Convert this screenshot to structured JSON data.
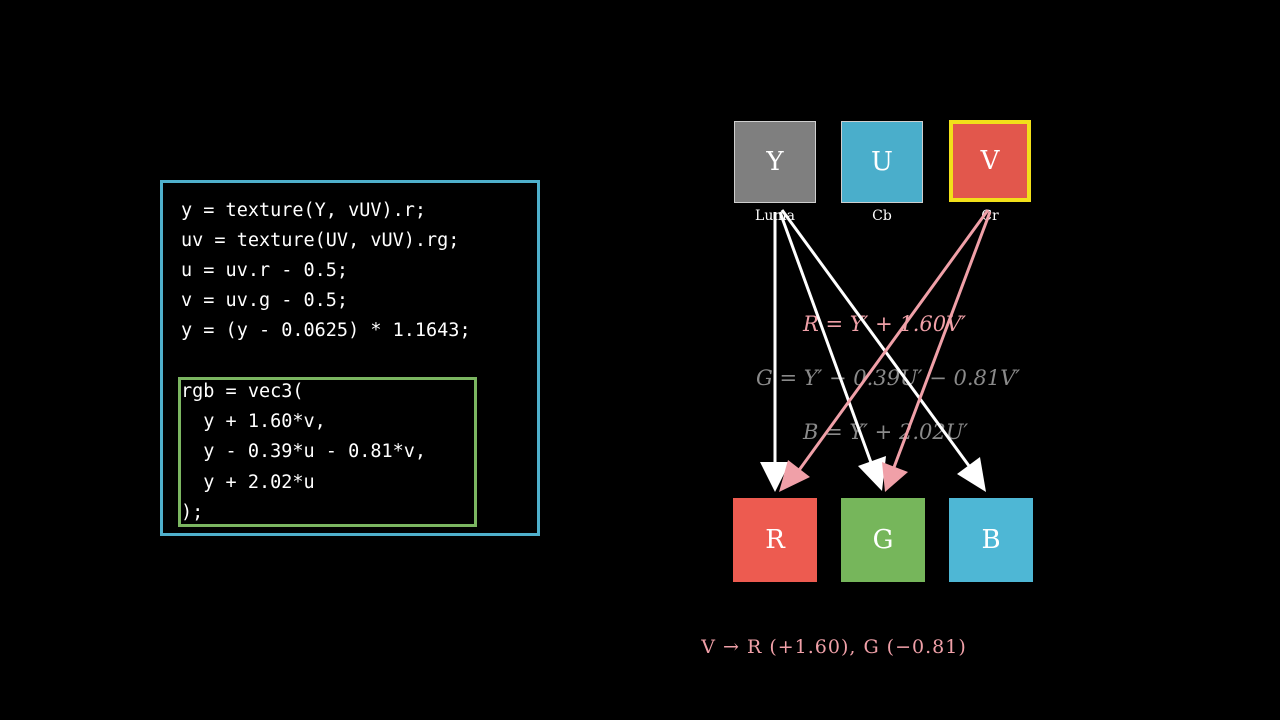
{
  "code": {
    "lines": [
      "y = texture(Y, vUV).r;",
      "uv = texture(UV, vUV).rg;",
      "u = uv.r - 0.5;",
      "v = uv.g - 0.5;",
      "y = (y - 0.0625) * 1.1643;",
      "rgb = vec3(",
      "  y + 1.60*v,",
      "  y - 0.39*u - 0.81*v,",
      "  y + 2.02*u",
      ");"
    ]
  },
  "inputs": [
    {
      "letter": "Y",
      "sub": "Luma",
      "color": "#7f7f7f"
    },
    {
      "letter": "U",
      "sub": "Cb",
      "color": "#4aaecb"
    },
    {
      "letter": "V",
      "sub": "Cr",
      "color": "#e2574c",
      "highlight": "#f2e01a"
    }
  ],
  "outputs": [
    {
      "letter": "R",
      "color": "#e2574c"
    },
    {
      "letter": "G",
      "color": "#70ad57"
    },
    {
      "letter": "B",
      "color": "#4aaecb"
    }
  ],
  "equations": {
    "r": "R = Y′ + 1.60V′",
    "g": "G = Y′ − 0.39U′ − 0.81V′",
    "b": "B = Y′ + 2.02U′"
  },
  "caption": "V → R (+1.60), G (−0.81)",
  "colors": {
    "accent_pink": "#f0a0a8",
    "arrow_white": "#ffffff",
    "code_border": "#4fb0cc",
    "rgb_border": "#7bb661"
  }
}
